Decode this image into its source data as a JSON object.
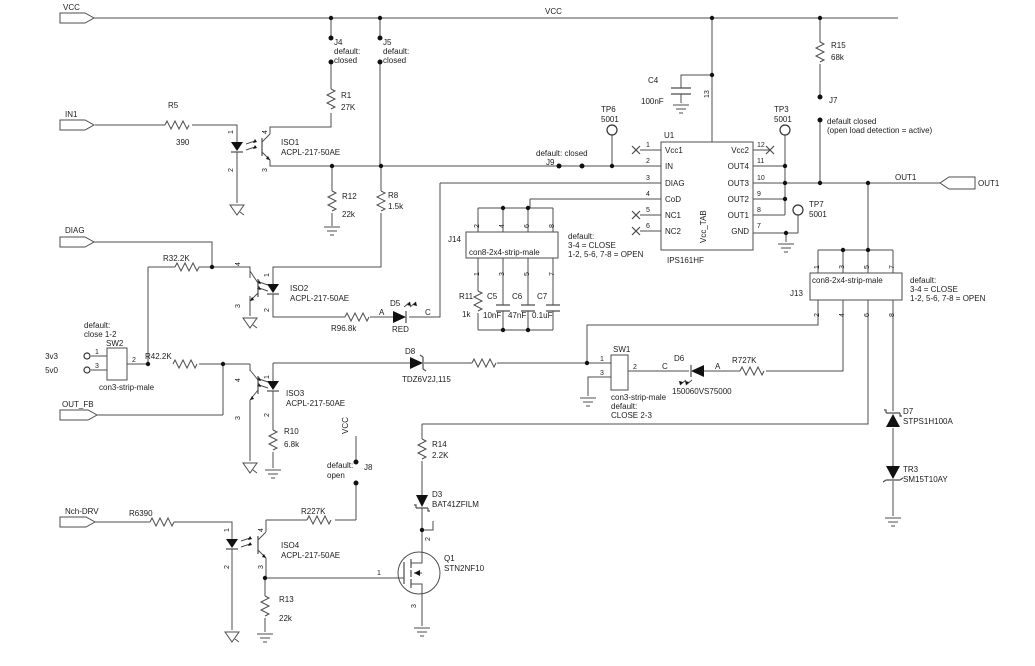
{
  "colors": {
    "wire": "#4d4d4d",
    "text": "#1c1c1c",
    "background": "#ffffff"
  },
  "flags": {
    "vcc": "VCC",
    "in1": "IN1",
    "diag": "DIAG",
    "out_fb": "OUT_FB",
    "nch_drv": "Nch-DRV",
    "out1_net": "OUT1",
    "out1_flag": "OUT1",
    "vcc_mid": "VCC",
    "vcc_j8": "VCC"
  },
  "r": {
    "r1": {
      "n": "R1",
      "v": "27K"
    },
    "r2": {
      "n": "R227K"
    },
    "r3": {
      "n": "R32.2K"
    },
    "r4": {
      "n": "R42.2K"
    },
    "r5": {
      "n": "R5",
      "v": "390"
    },
    "r6": {
      "n": "R6390"
    },
    "r7": {
      "n": "R727K"
    },
    "r8": {
      "n": "R8",
      "v": "1.5k"
    },
    "r9": {
      "n": "R96.8k"
    },
    "r10": {
      "n": "R10",
      "v": "6.8k"
    },
    "r11": {
      "n": "R11",
      "v": "1k"
    },
    "r12": {
      "n": "R12",
      "v": "22k"
    },
    "r13": {
      "n": "R13",
      "v": "22k"
    },
    "r14": {
      "n": "R14",
      "v": "2.2K"
    },
    "r15": {
      "n": "R15",
      "v": "68k"
    }
  },
  "c": {
    "c4": {
      "n": "C4",
      "v": "100nF"
    },
    "c5": {
      "n": "C5",
      "v": "10nF"
    },
    "c6": {
      "n": "C6",
      "v": "47nF"
    },
    "c7": {
      "n": "C7",
      "v": "0.1uF"
    }
  },
  "d": {
    "d3": {
      "n": "D3",
      "p": "BAT41ZFILM"
    },
    "d5": {
      "n": "D5",
      "p": "RED",
      "a": "A",
      "c": "C"
    },
    "d6": {
      "n": "D6",
      "p": "150060VS75000",
      "a": "A",
      "c": "C"
    },
    "d7": {
      "n": "D7",
      "p": "STPS1H100A"
    },
    "d8": {
      "n": "D8",
      "p": "TDZ6V2J,115"
    },
    "tr3": {
      "n": "TR3",
      "p": "SM15T10AY"
    }
  },
  "iso": {
    "iso1": {
      "n": "ISO1",
      "p": "ACPL-217-50AE"
    },
    "iso2": {
      "n": "ISO2",
      "p": "ACPL-217-50AE"
    },
    "iso3": {
      "n": "ISO3",
      "p": "ACPL-217-50AE"
    },
    "iso4": {
      "n": "ISO4",
      "p": "ACPL-217-50AE"
    }
  },
  "u1": {
    "refdes": "U1",
    "part": "IPS161HF",
    "tab_pin": "13",
    "tab_name": "Vcc_TAB",
    "lp": [
      {
        "num": "1",
        "name": "Vcc1"
      },
      {
        "num": "2",
        "name": "IN"
      },
      {
        "num": "3",
        "name": "DIAG"
      },
      {
        "num": "4",
        "name": "CoD"
      },
      {
        "num": "5",
        "name": "NC1"
      },
      {
        "num": "6",
        "name": "NC2"
      }
    ],
    "rp": [
      {
        "num": "12",
        "name": "Vcc2"
      },
      {
        "num": "11",
        "name": "OUT4"
      },
      {
        "num": "10",
        "name": "OUT3"
      },
      {
        "num": "9",
        "name": "OUT2"
      },
      {
        "num": "8",
        "name": "OUT1"
      },
      {
        "num": "7",
        "name": "GND"
      }
    ]
  },
  "tp": {
    "tp3": {
      "n": "TP3",
      "v": "5001"
    },
    "tp6": {
      "n": "TP6",
      "v": "5001"
    },
    "tp7": {
      "n": "TP7",
      "v": "5001"
    }
  },
  "j": {
    "j4": {
      "n": "J4",
      "l1": "default:",
      "l2": "closed"
    },
    "j5": {
      "n": "J5",
      "l1": "default:",
      "l2": "closed"
    },
    "j7": {
      "n": "J7",
      "l1": "default closed",
      "l2": "(open load detection = active)"
    },
    "j8": {
      "n": "J8",
      "l1": "default:",
      "l2": "open"
    },
    "j9": {
      "n": "J9",
      "l1": "default: closed"
    }
  },
  "j14": {
    "n": "J14",
    "part": "con8-2x4-strip-male",
    "d1": "default:",
    "d2": "3-4 = CLOSE",
    "d3": "1-2, 5-6, 7-8 = OPEN",
    "top": [
      "2",
      "4",
      "6",
      "8"
    ],
    "bot": [
      "1",
      "3",
      "5",
      "7"
    ]
  },
  "j13": {
    "n": "J13",
    "part": "con8-2x4-strip-male",
    "d1": "default:",
    "d2": "3-4 = CLOSE",
    "d3": "1-2, 5-6, 7-8 = OPEN",
    "top": [
      "1",
      "3",
      "5",
      "7"
    ],
    "bot": [
      "2",
      "4",
      "6",
      "8"
    ]
  },
  "sw1": {
    "n": "SW1",
    "part": "con3-strip-male",
    "d1": "default:",
    "d2": "CLOSE 2-3",
    "p1": "1",
    "p2": "2",
    "p3": "3"
  },
  "sw2": {
    "n": "SW2",
    "part": "con3-strip-male",
    "d1": "default:",
    "d2": "close 1-2",
    "p1": "1",
    "p2": "2",
    "p3": "3",
    "v1": "3v3",
    "v2": "5v0"
  },
  "q1": {
    "n": "Q1",
    "p": "STN2NF10",
    "pin1": "1",
    "pin2": "2",
    "pin3": "3"
  },
  "pins": {
    "p1": "1",
    "p2": "2",
    "p3": "3",
    "p4": "4"
  }
}
